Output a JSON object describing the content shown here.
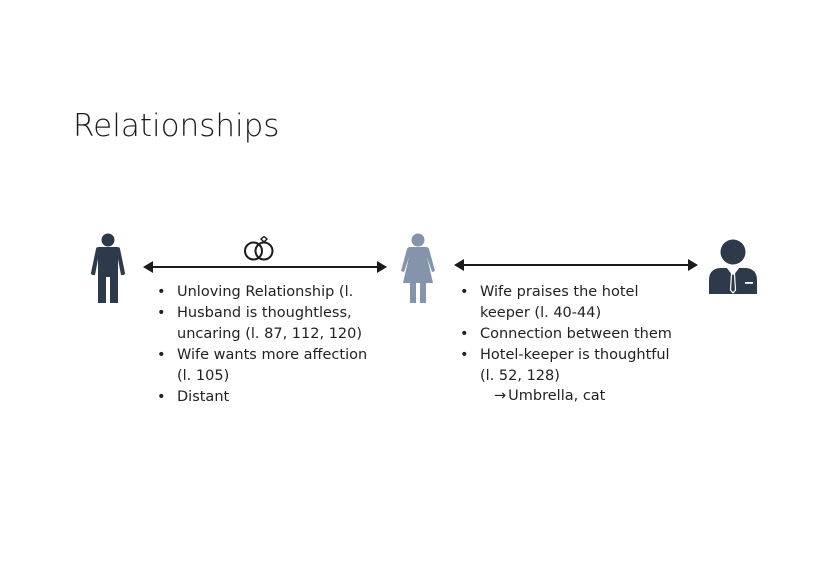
{
  "slide": {
    "title": "Relationships"
  },
  "icons": {
    "husband": "man-icon",
    "wife": "woman-icon",
    "hotel_keeper": "businessman-icon",
    "rings": "wedding-rings-icon"
  },
  "colors": {
    "husband": "#2d3a4b",
    "wife": "#8494aa",
    "hotel_keeper": "#2d3a4b",
    "arrow": "#1b1b1b"
  },
  "left_relation": {
    "bullets": [
      "Unloving Relationship (l.",
      "Husband is thoughtless, uncaring (l. 87, 112, 120)",
      "Wife wants more affection (l. 105)",
      "Distant"
    ]
  },
  "right_relation": {
    "bullets": [
      "Wife praises the hotel keeper (l. 40-44)",
      "Connection between them",
      "Hotel-keeper is thoughtful (l. 52, 128)"
    ],
    "subnote_arrow": "→",
    "subnote": "Umbrella, cat"
  }
}
